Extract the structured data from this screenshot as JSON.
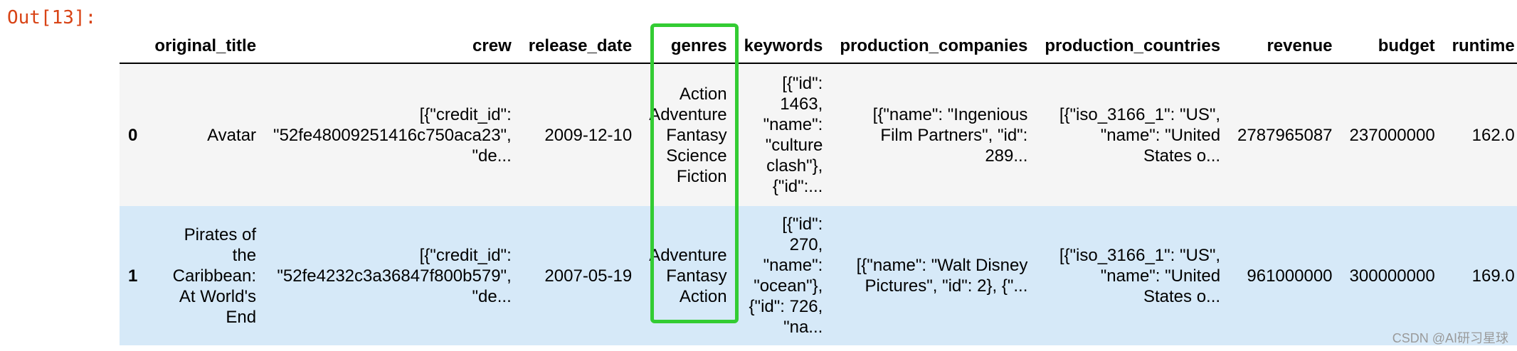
{
  "prompt": "Out[13]:",
  "columns": [
    "",
    "original_title",
    "crew",
    "release_date",
    "genres",
    "keywords",
    "production_companies",
    "production_countries",
    "revenue",
    "budget",
    "runtime"
  ],
  "rows": [
    {
      "index": "0",
      "original_title": "Avatar",
      "crew": "[{\"credit_id\":\n\"52fe48009251416c750aca23\",\n\"de...",
      "release_date": "2009-12-10",
      "genres": "Action\nAdventure\nFantasy\nScience\nFiction",
      "keywords": "[{\"id\":\n1463,\n\"name\":\n\"culture\nclash\"},\n{\"id\":...",
      "production_companies": "[{\"name\": \"Ingenious\nFilm Partners\", \"id\":\n289...",
      "production_countries": "[{\"iso_3166_1\": \"US\",\n\"name\": \"United\nStates o...",
      "revenue": "2787965087",
      "budget": "237000000",
      "runtime": "162.0"
    },
    {
      "index": "1",
      "original_title": "Pirates of\nthe\nCaribbean:\nAt World's\nEnd",
      "crew": "[{\"credit_id\":\n\"52fe4232c3a36847f800b579\",\n\"de...",
      "release_date": "2007-05-19",
      "genres": "Adventure\nFantasy\nAction",
      "keywords": "[{\"id\":\n270,\n\"name\":\n\"ocean\"},\n{\"id\": 726,\n\"na...",
      "production_companies": "[{\"name\": \"Walt Disney\nPictures\", \"id\": 2}, {\"...",
      "production_countries": "[{\"iso_3166_1\": \"US\",\n\"name\": \"United\nStates o...",
      "revenue": "961000000",
      "budget": "300000000",
      "runtime": "169.0"
    }
  ],
  "watermark": "CSDN @AI研习星球",
  "colors": {
    "highlight": "#33cc33",
    "prompt": "#d84315",
    "row_alt": "#d6e9f8"
  }
}
